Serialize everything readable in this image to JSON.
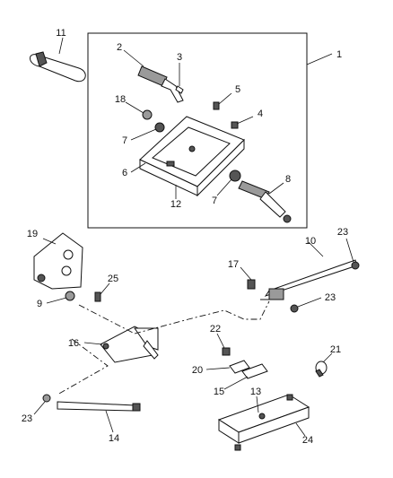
{
  "diagram": {
    "callouts": [
      "1",
      "2",
      "3",
      "4",
      "5",
      "6",
      "7",
      "7",
      "8",
      "9",
      "10",
      "11",
      "12",
      "13",
      "14",
      "15",
      "16",
      "17",
      "18",
      "19",
      "20",
      "21",
      "22",
      "23",
      "23",
      "23",
      "24",
      "25"
    ]
  }
}
